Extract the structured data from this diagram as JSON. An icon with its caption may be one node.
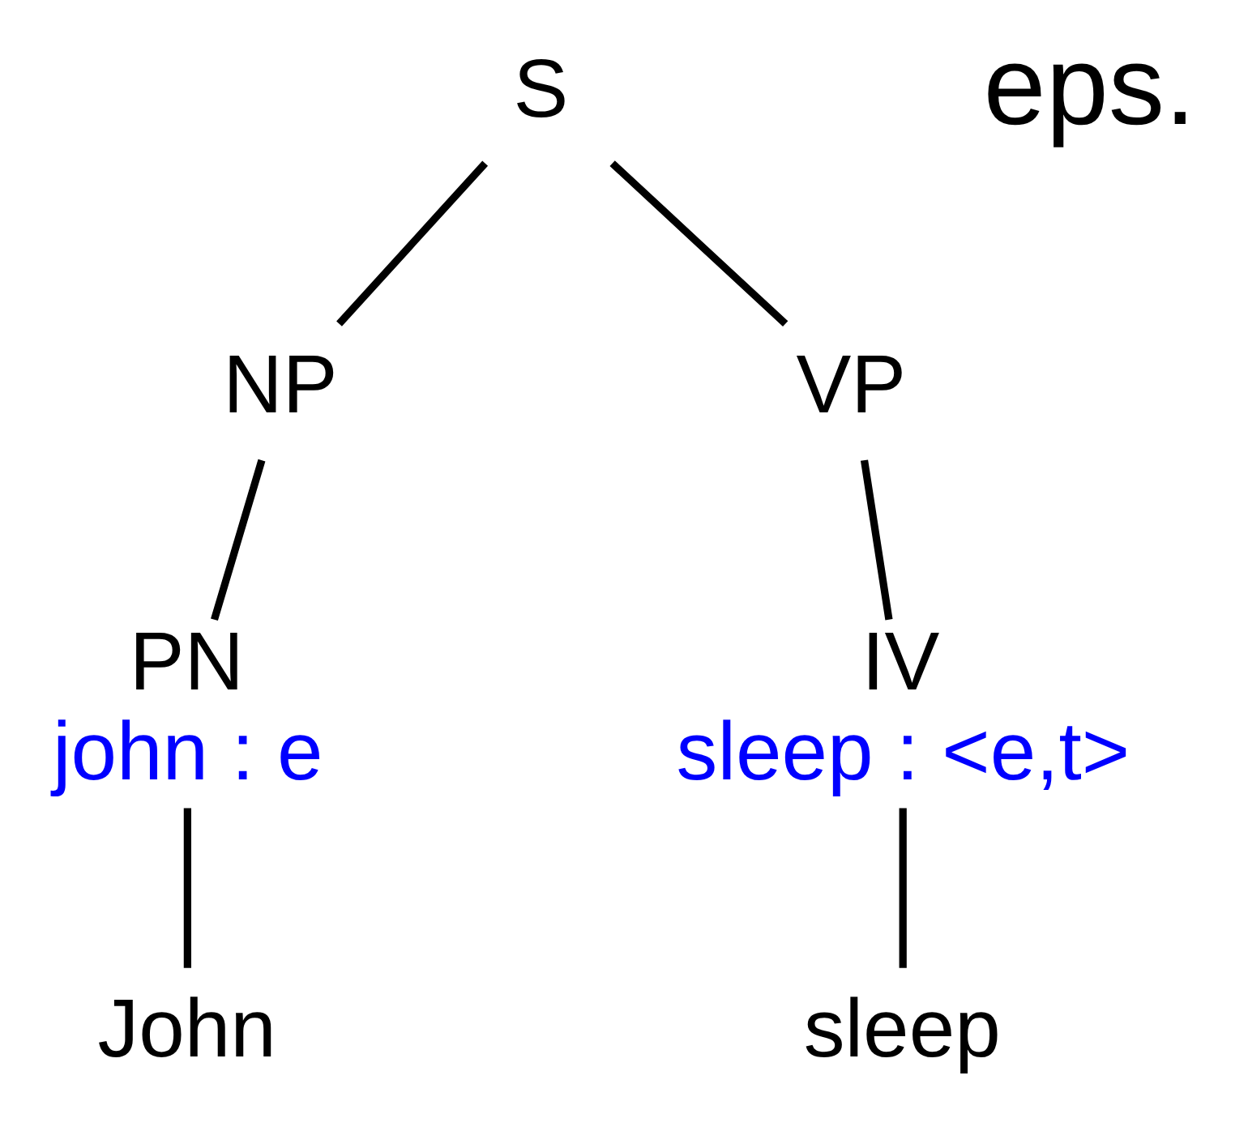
{
  "diagram": {
    "nodes": [
      {
        "text": [
          "S"
        ]
      },
      {
        "text": [
          "NP"
        ]
      },
      {
        "text": [
          "VP"
        ]
      },
      {
        "text": [
          "PN",
          "john : e"
        ]
      },
      {
        "text": [
          "IV",
          "sleep : <e,t>"
        ]
      },
      {
        "text": [
          "John"
        ]
      },
      {
        "text": [
          "sleep"
        ]
      }
    ],
    "edges": [
      {
        "from": 0,
        "to": 1,
        "arrow": "none"
      },
      {
        "from": 0,
        "to": 2,
        "arrow": "none"
      },
      {
        "from": 1,
        "to": 3,
        "arrow": "none"
      },
      {
        "from": 2,
        "to": 4,
        "arrow": "none"
      },
      {
        "from": 3,
        "to": 5,
        "arrow": "none"
      },
      {
        "from": 4,
        "to": 6,
        "arrow": "none"
      }
    ],
    "labels": [
      "eps."
    ]
  }
}
